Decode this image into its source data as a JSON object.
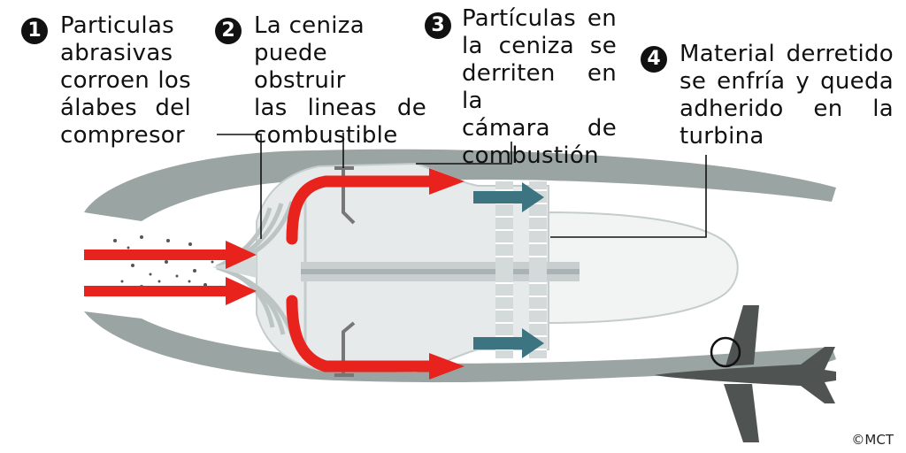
{
  "steps": [
    {
      "number": "1",
      "lines": [
        "Particulas",
        "abrasivas",
        "corroen los",
        "álabes del",
        "compresor"
      ]
    },
    {
      "number": "2",
      "lines": [
        "La ceniza",
        "puede obstruir",
        "las lineas de",
        "combustible"
      ]
    },
    {
      "number": "3",
      "lines": [
        "Partículas en",
        "la ceniza se",
        "derriten en la",
        "cámara de",
        "combustión"
      ]
    },
    {
      "number": "4",
      "lines": [
        "Material derretido",
        "se enfría y queda",
        "adherido en la",
        "turbina"
      ]
    }
  ],
  "copyright": "©MCT",
  "colors": {
    "nacelle": "#9aa5a3",
    "casing": "#e7eaea",
    "core": "#eef1f1",
    "shaft": "#c9cfcf",
    "flow_arrow": "#e8231d",
    "hot_arrow": "#3c7482",
    "compressor": "#bcc4c4",
    "airplane": "#4f5352",
    "leader_line": "#111111"
  },
  "icons": [
    "airplane-icon",
    "ash-particles"
  ]
}
